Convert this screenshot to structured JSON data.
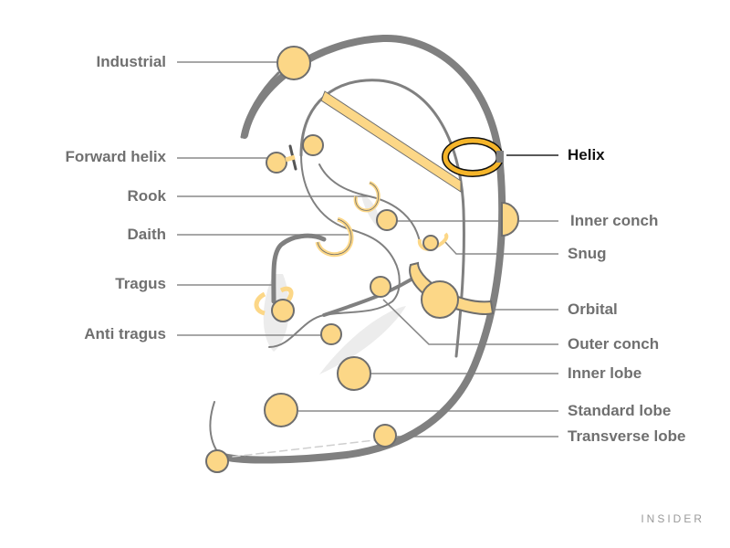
{
  "title": "Ear piercing types",
  "colors": {
    "ear_outline": "#808080",
    "jewelry_fill": "#fcd787",
    "jewelry_stroke": "#6e6e6e",
    "highlight_ring": "#f5b52a",
    "leader_line": "#8a8a8a",
    "label_text": "#707070",
    "highlight_text": "#111111",
    "shadow": "#ececec"
  },
  "labels_left": [
    {
      "id": "industrial",
      "text": "Industrial"
    },
    {
      "id": "forward-helix",
      "text": "Forward helix"
    },
    {
      "id": "rook",
      "text": "Rook"
    },
    {
      "id": "daith",
      "text": "Daith"
    },
    {
      "id": "tragus",
      "text": "Tragus"
    },
    {
      "id": "anti-tragus",
      "text": "Anti tragus"
    }
  ],
  "labels_right": [
    {
      "id": "helix",
      "text": "Helix",
      "highlighted": true
    },
    {
      "id": "inner-conch",
      "text": "Inner conch"
    },
    {
      "id": "snug",
      "text": "Snug"
    },
    {
      "id": "orbital",
      "text": "Orbital"
    },
    {
      "id": "outer-conch",
      "text": "Outer conch"
    },
    {
      "id": "inner-lobe",
      "text": "Inner lobe"
    },
    {
      "id": "standard-lobe",
      "text": "Standard lobe"
    },
    {
      "id": "transverse-lobe",
      "text": "Transverse lobe"
    }
  ],
  "brand": "INSIDER"
}
